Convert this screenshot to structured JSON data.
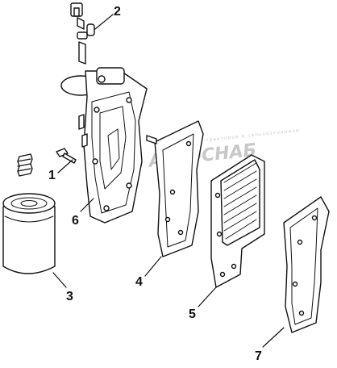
{
  "diagram": {
    "callouts": [
      {
        "id": "1",
        "label": "1"
      },
      {
        "id": "2",
        "label": "2"
      },
      {
        "id": "3",
        "label": "3"
      },
      {
        "id": "4",
        "label": "4"
      },
      {
        "id": "5",
        "label": "5"
      },
      {
        "id": "6",
        "label": "6"
      },
      {
        "id": "7",
        "label": "7"
      }
    ],
    "watermark": {
      "line1": "АГРОСНАБ",
      "line2": "Запчасти для тракторов и сельхозтехники"
    },
    "colors": {
      "ink": "#111111",
      "background": "#ffffff",
      "watermark": "#c8c8c8"
    }
  }
}
